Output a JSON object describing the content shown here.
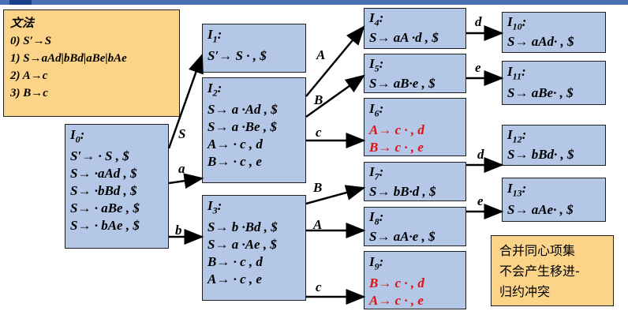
{
  "grammar": {
    "title": "文法",
    "rules": [
      "0) S′→S",
      "1) S→aAd|bBd|aBe|bAe",
      "2) A→c",
      "3) B→c"
    ]
  },
  "states": {
    "I0": {
      "title": "I0:",
      "lines": [
        "S′→ · S , $",
        "S→ ·aAd , $",
        "S→ ·bBd , $",
        "S→ · aBe , $",
        "S→ · bAe , $"
      ]
    },
    "I1": {
      "title": "I1:",
      "lines": [
        "S′→ S · , $"
      ]
    },
    "I2": {
      "title": "I2:",
      "lines": [
        "S→ a ·Ad , $",
        "S→ a ·Be , $",
        "A→ · c , d",
        "B→ · c , e"
      ]
    },
    "I3": {
      "title": "I3:",
      "lines": [
        "S→ b ·Bd , $",
        "S→ a ·Ae , $",
        "B→ · c , d",
        "A→ · c , e"
      ]
    },
    "I4": {
      "title": "I4:",
      "lines": [
        "S→ aA ·d , $"
      ]
    },
    "I5": {
      "title": "I5:",
      "lines": [
        "S→ aB·e , $"
      ]
    },
    "I6": {
      "title": "I6:",
      "lines": [
        "A→ c · , d",
        "B→ c · , e"
      ]
    },
    "I7": {
      "title": "I7:",
      "lines": [
        "S→ bB·d , $"
      ]
    },
    "I8": {
      "title": "I8:",
      "lines": [
        "S→ aA·e , $"
      ]
    },
    "I9": {
      "title": "I9:",
      "lines": [
        "B→ c · , d",
        "A→ c · , e"
      ]
    },
    "I10": {
      "title": "I10:",
      "lines": [
        "S→ aAd· , $"
      ]
    },
    "I11": {
      "title": "I11:",
      "lines": [
        "S→ aBe· , $"
      ]
    },
    "I12": {
      "title": "I12:",
      "lines": [
        "S→ bBd· , $"
      ]
    },
    "I13": {
      "title": "I13:",
      "lines": [
        "S→ aAe· , $"
      ]
    }
  },
  "edges": {
    "e0_1": "S",
    "e0_2": "a",
    "e0_3": "b",
    "e2_4": "A",
    "e2_5": "B",
    "e2_6": "c",
    "e3_7": "B",
    "e3_8": "A",
    "e3_9": "c",
    "e4_10": "d",
    "e5_11": "e",
    "e7_12": "d",
    "e8_13": "e"
  },
  "note": {
    "lines": [
      "合并同心项集",
      "不会产生移进-",
      "归约冲突"
    ]
  },
  "colors": {
    "state_fill": "#b4c7e7",
    "note_fill": "#fbd48a",
    "highlight": "#e01010"
  }
}
